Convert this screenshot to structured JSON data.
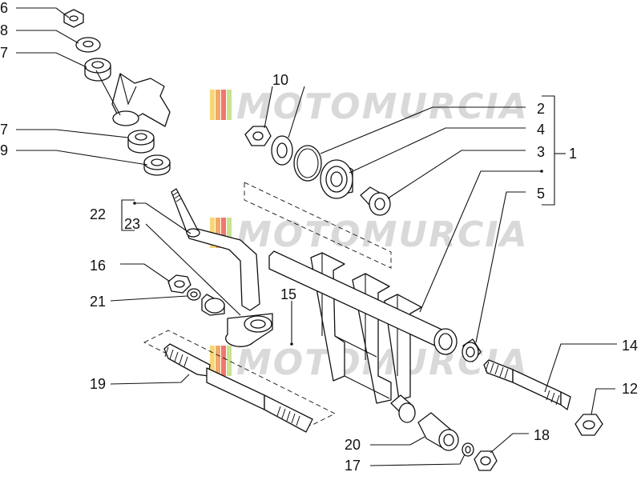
{
  "watermark": {
    "text": "MOTOMURCIA",
    "stripe_colors": [
      "#f2c94c",
      "#eb8c3a",
      "#e94a3c",
      "#b8d96b",
      "#7fbfd8"
    ],
    "text_color": "#d9d9d9"
  },
  "callouts": {
    "c1": "1",
    "c2": "2",
    "c3": "3",
    "c4": "4",
    "c5": "5",
    "c6": "6",
    "c7a": "7",
    "c7b": "7",
    "c8": "8",
    "c9": "9",
    "c10": "10",
    "c12": "12",
    "c14": "14",
    "c15": "15",
    "c16": "16",
    "c17": "17",
    "c18": "18",
    "c19": "19",
    "c20": "20",
    "c21": "21",
    "c22": "22",
    "c23": "23"
  }
}
